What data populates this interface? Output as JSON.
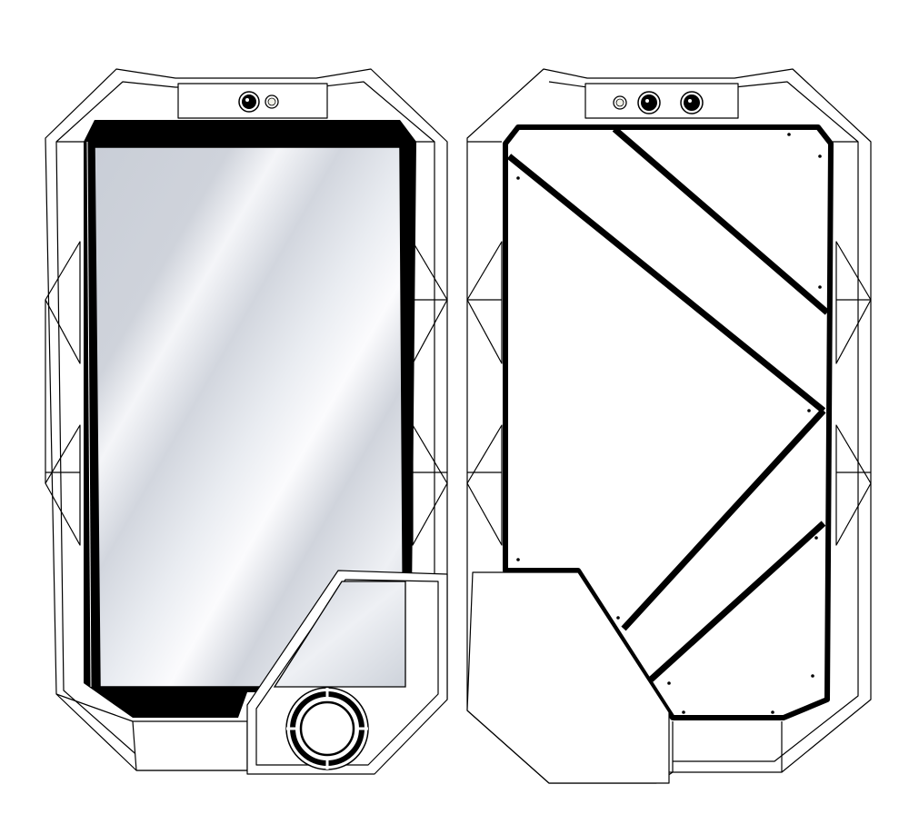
{
  "illustration": {
    "subject": "rugged-phone",
    "views": [
      "front",
      "back"
    ],
    "colors": {
      "outline": "#000000",
      "body": "#ffffff",
      "glass_light": "#f2f4f7",
      "glass_mid": "#cfd3db",
      "glass_dark": "#b9bec8"
    },
    "icons": [
      "front-camera-icon",
      "flash-icon",
      "rear-camera-icon",
      "home-button-icon"
    ]
  }
}
